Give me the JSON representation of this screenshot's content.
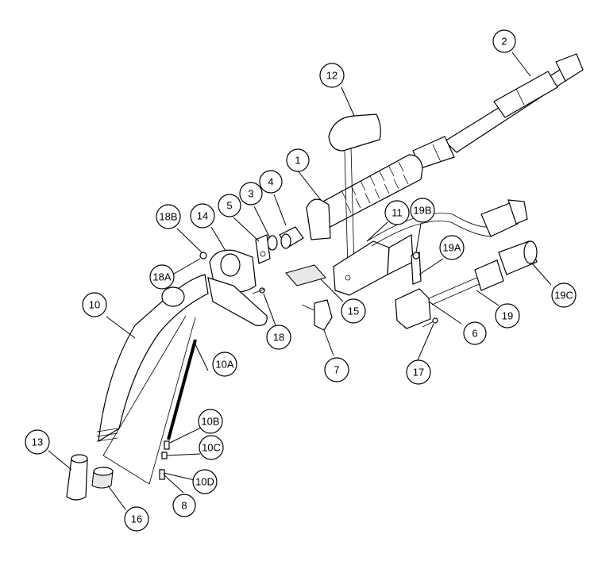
{
  "colors": {
    "ink": "#000000",
    "paper": "#ffffff",
    "shade": "#e8e8e8"
  },
  "callouts": {
    "c1": "1",
    "c2": "2",
    "c3": "3",
    "c4": "4",
    "c5": "5",
    "c6": "6",
    "c7": "7",
    "c8": "8",
    "c10": "10",
    "c10A": "10A",
    "c10B": "10B",
    "c10C": "10C",
    "c10D": "10D",
    "c11": "11",
    "c12": "12",
    "c13": "13",
    "c14": "14",
    "c15": "15",
    "c16": "16",
    "c17": "17",
    "c18": "18",
    "c18A": "18A",
    "c18B": "18B",
    "c19": "19",
    "c19A": "19A",
    "c19B": "19B",
    "c19C": "19C"
  }
}
